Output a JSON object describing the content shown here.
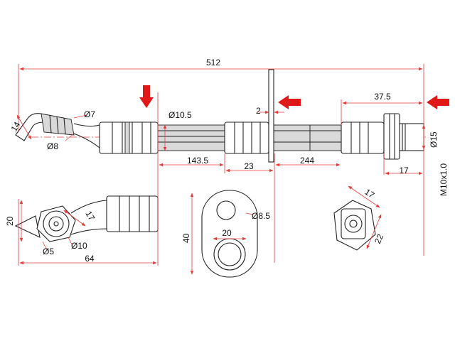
{
  "colors": {
    "dimension": "#e53b3b",
    "outline": "#222222",
    "marker": "#e01818"
  },
  "icons": [
    "arrow-marker-icon"
  ],
  "dimensions": {
    "overall_length": "512",
    "dia_7": "Ø7",
    "dia_8": "Ø8",
    "end_height_14": "14",
    "dia_10_5": "Ø10.5",
    "bracket_thickness": "2",
    "end_length_37_5": "37.5",
    "dia_15": "Ø15",
    "thread": "M10x1.0",
    "hex_17_side": "17",
    "len_143_5": "143.5",
    "len_23": "23",
    "len_244": "244",
    "banjo_height_20": "20",
    "banjo_width_17": "17",
    "dia_5": "Ø5",
    "dia_10": "Ø10",
    "banjo_length_64": "64",
    "plate_hole_8_5": "Ø8.5",
    "plate_height_40": "40",
    "plate_spacing_20": "20",
    "nut_17": "17",
    "nut_22": "22"
  }
}
